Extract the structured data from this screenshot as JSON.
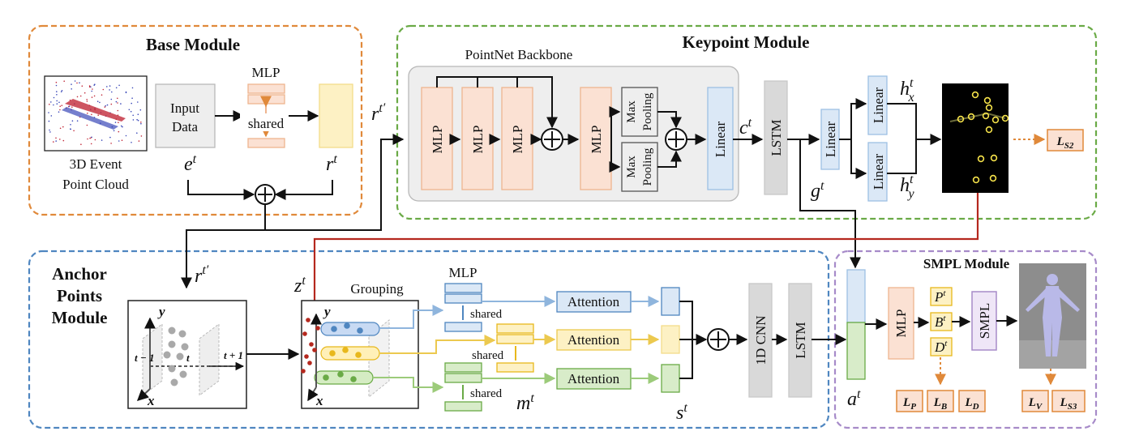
{
  "modules": {
    "base": "Base Module",
    "keypoint": "Keypoint Module",
    "anchor_line1": "Anchor",
    "anchor_line2": "Points",
    "anchor_line3": "Module",
    "smpl": "SMPL Module"
  },
  "base": {
    "caption_line1": "3D Event",
    "caption_line2": "Point Cloud",
    "input_line1": "Input",
    "input_line2": "Data",
    "mlp": "MLP",
    "shared": "shared",
    "e_t": "e",
    "r_t": "r"
  },
  "keypoint": {
    "backbone": "PointNet Backbone",
    "mlp": "MLP",
    "max_line1": "Max",
    "pool_line2": "Pooling",
    "linear": "Linear",
    "lstm": "LSTM",
    "c_t": "c",
    "g_t": "g",
    "h": "h",
    "sub_x": "x",
    "sub_y": "y",
    "r_prime": "r"
  },
  "anchor": {
    "grouping": "Grouping",
    "mlp": "MLP",
    "shared": "shared",
    "attention": "Attention",
    "z_t": "z",
    "r_prime": "r",
    "m_t": "m",
    "s_t": "s",
    "cnn": "1D CNN",
    "lstm": "LSTM",
    "axis_y": "y",
    "axis_x": "x",
    "t_minus": "t − 1",
    "t_now": "t",
    "t_plus": "t + 1"
  },
  "smpl": {
    "mlp": "MLP",
    "P": "P",
    "B": "B",
    "D": "D",
    "block": "SMPL",
    "a_t": "a"
  },
  "sup": {
    "t": "t",
    "tprime": "t′"
  },
  "losses": {
    "LS2": "S2",
    "LP": "P",
    "LB": "B",
    "LD": "D",
    "LV": "V",
    "LS3": "S3",
    "L": "L"
  },
  "colors": {
    "orange": "#e0893a",
    "green": "#6aaa46",
    "blue": "#4f86c0",
    "purple": "#a78bc9",
    "red": "#b5281e",
    "pink_fill": "#fbe1d3",
    "pink_stroke": "#efb58f",
    "blue_fill": "#dbe8f6",
    "blue_stroke": "#9dbfe3",
    "yellow_fill": "#fdf1c4",
    "yellow_stroke": "#ecc94f",
    "green_fill": "#d8ecc9",
    "green_stroke": "#8fc46a"
  }
}
